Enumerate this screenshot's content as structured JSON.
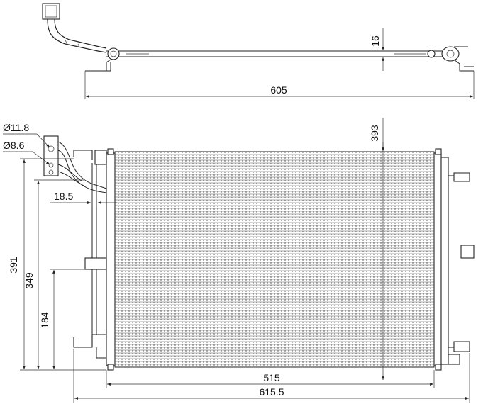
{
  "dimensions": {
    "top_length": "605",
    "top_thickness": "16",
    "diam_large": "Ø11.8",
    "diam_small": "Ø8.6",
    "pipe_offset": "18.5",
    "core_height": "393",
    "total_height": "391",
    "height_mid": "349",
    "height_low": "184",
    "core_width": "515",
    "total_width": "615.5"
  },
  "colors": {
    "line": "#222222",
    "background": "#ffffff"
  }
}
